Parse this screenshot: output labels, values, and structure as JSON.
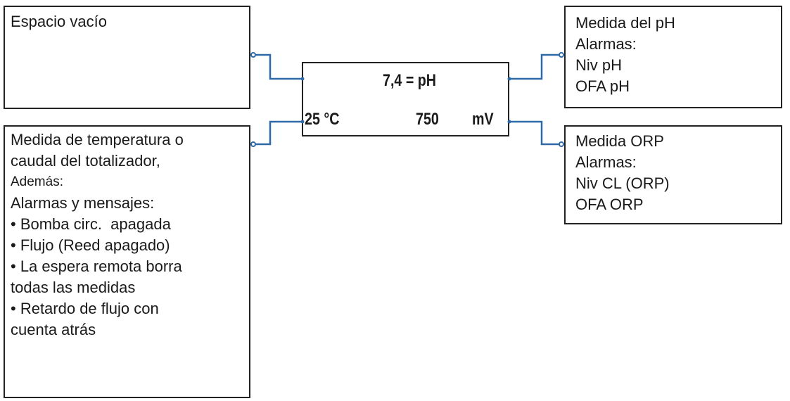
{
  "empty_box": {
    "text": "Espacio vacío"
  },
  "temp_box": {
    "lines": [
      "Medida de temperatura o",
      "caudal del totalizador,",
      "Además:",
      "Alarmas y mensajes:",
      "• Bomba circ.  apagada",
      "• Flujo (Reed apagado)",
      "• La espera remota borra",
      "todas las medidas",
      "• Retardo de flujo con",
      "cuenta atrás"
    ]
  },
  "ph_box": {
    "lines": [
      "Medida del pH",
      "Alarmas:",
      "Niv pH",
      "OFA pH"
    ]
  },
  "orp_box": {
    "lines": [
      "Medida ORP",
      "Alarmas:",
      "Niv CL (ORP)",
      "OFA ORP"
    ]
  },
  "display": {
    "ph_line": "7,4 = pH",
    "temperature": "25 °C",
    "mv_value": "750",
    "mv_unit": "mV"
  },
  "colors": {
    "connector": "#2e6aa8",
    "border": "#222222"
  }
}
